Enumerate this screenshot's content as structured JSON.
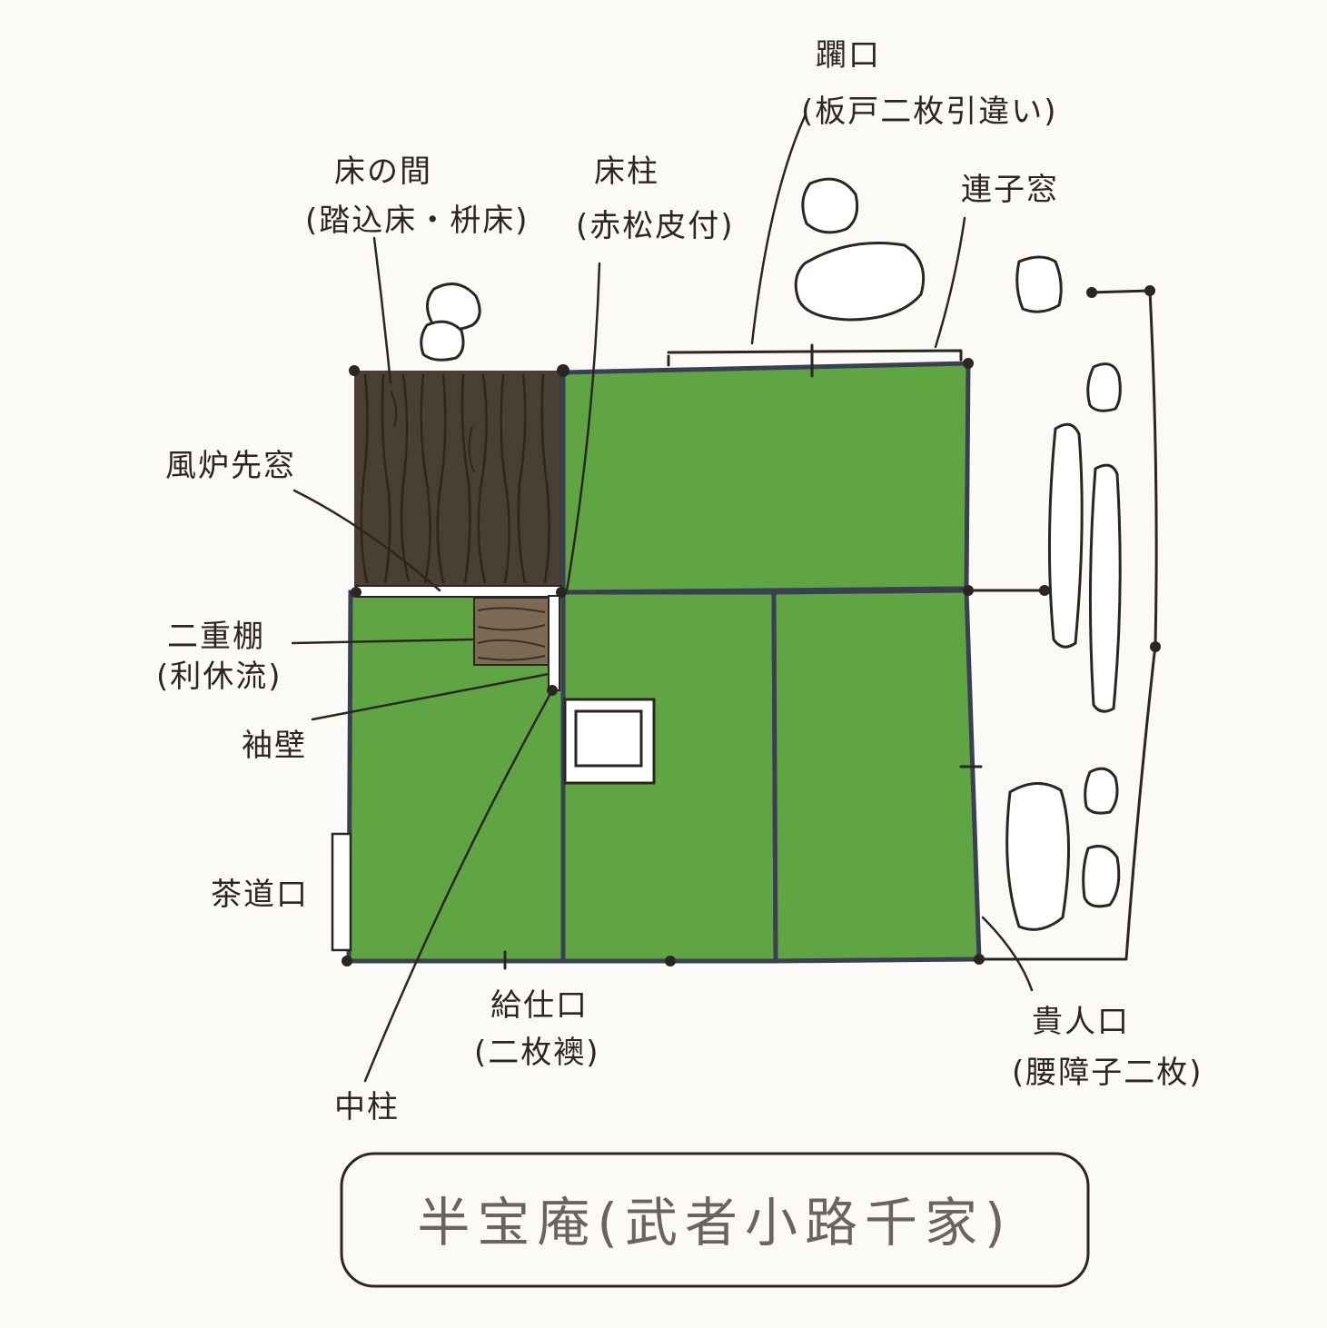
{
  "diagram": {
    "title": "半宝庵(武者小路千家)",
    "labels": {
      "nijiriguchi": [
        "躙口",
        "(板戸二枚引違い)"
      ],
      "tokonoma": [
        "床の間",
        "(踏込床・枡床)"
      ],
      "tokobashira": [
        "床柱",
        "(赤松皮付)"
      ],
      "renjimado": [
        "連子窓"
      ],
      "furosakimado": [
        "風炉先窓"
      ],
      "nijudana": [
        "二重棚",
        "(利休流)"
      ],
      "sodekabe": [
        "袖壁"
      ],
      "sadouguchi": [
        "茶道口"
      ],
      "kyujiguchi": [
        "給仕口",
        "(二枚襖)"
      ],
      "nakabashira": [
        "中柱"
      ],
      "kininguchi": [
        "貴人口",
        "(腰障子二枚)"
      ]
    },
    "colors": {
      "tatami": "#5fa642",
      "tatami_edge": "#3a3f55",
      "wood_floor": "#4a3f33",
      "shelf": "#7d6a55",
      "ink": "#2a2622",
      "paper": "#fbfaf6"
    }
  }
}
